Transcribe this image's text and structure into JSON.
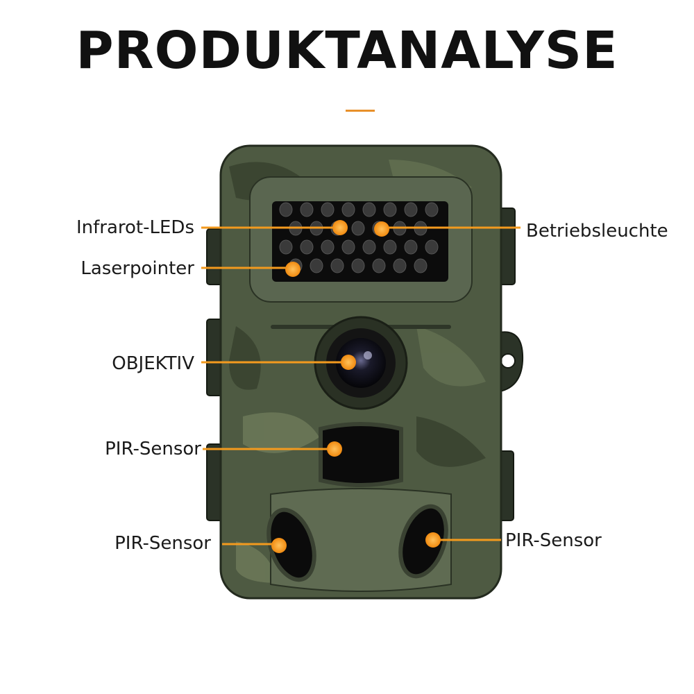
{
  "title": "PRODUKTANALYSE",
  "accent_color": "#f39a1e",
  "callouts": {
    "infrared_leds": "Infrarot-LEDs",
    "operating_light": "Betriebsleuchte",
    "laser_pointer": "Laserpointer",
    "lens": "OBJEKTIV",
    "pir_center": "PIR-Sensor",
    "pir_left": "PIR-Sensor",
    "pir_right": "PIR-Sensor"
  }
}
